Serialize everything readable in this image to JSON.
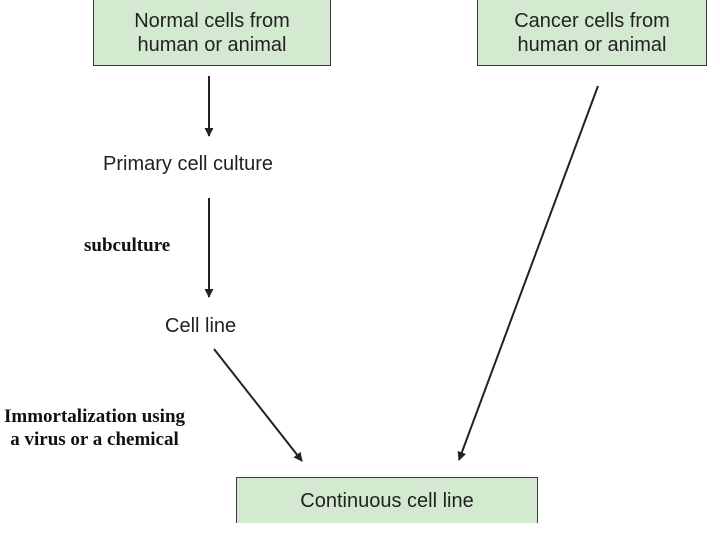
{
  "diagram": {
    "box_normal": {
      "line1": "Normal cells from",
      "line2": "human or animal"
    },
    "box_cancer": {
      "line1": "Cancer cells from",
      "line2": "human or animal"
    },
    "primary_culture": "Primary cell culture",
    "subculture": "subculture",
    "cell_line": "Cell line",
    "immortalization": {
      "line1": "Immortalization using",
      "line2": "a virus or a chemical"
    },
    "continuous": "Continuous cell line"
  },
  "colors": {
    "box_fill": "#d4ead0",
    "box_border": "#3a3a3a",
    "arrow": "#222222"
  }
}
